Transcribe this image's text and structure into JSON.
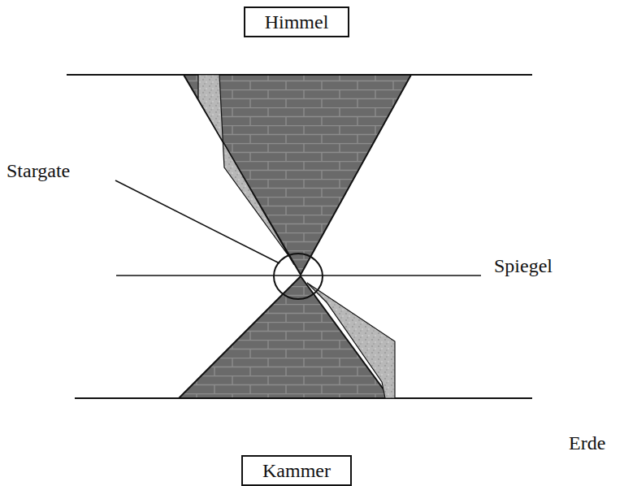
{
  "diagram": {
    "nodes": [
      {
        "text": [
          "Himmel"
        ]
      },
      {
        "text": [
          "Kammer"
        ]
      }
    ],
    "labels": [
      "Stargate",
      "Spiegel",
      "Erde"
    ]
  }
}
